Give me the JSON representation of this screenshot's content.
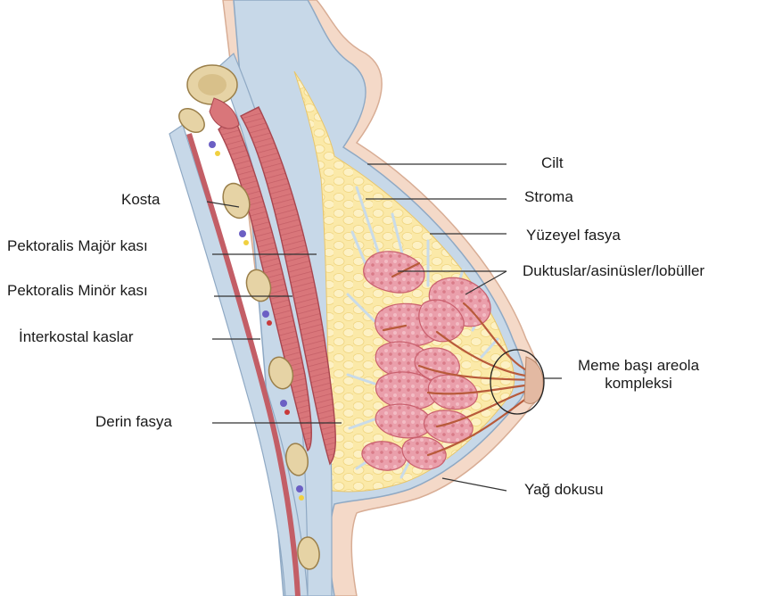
{
  "labels": {
    "kosta": "Kosta",
    "pektoralis_major": "Pektoralis Majör kası",
    "pektoralis_minor": "Pektoralis Minör kası",
    "interkostal": "İnterkostal kaslar",
    "derin_fasya": "Derin fasya",
    "cilt": "Cilt",
    "stroma": "Stroma",
    "yuzeyel_fasya": "Yüzeyel fasya",
    "duktuslar": "Duktuslar/asinüsler/lobüller",
    "meme_basi_line1": "Meme başı areola",
    "meme_basi_line2": "kompleksi",
    "yag_dokusu": "Yağ dokusu"
  },
  "colors": {
    "skin": "#f4d9c8",
    "skin_shadow": "#e3b9a2",
    "fat": "#fbe9a8",
    "fat_lobule": "#f3d277",
    "fascia": "#b9cde0",
    "fascia_line": "#8fa9c4",
    "muscle": "#d9767a",
    "muscle_dark": "#b5525a",
    "gland": "#e79aa5",
    "gland_dark": "#c95f6d",
    "duct": "#b85a3a",
    "bone": "#e6d3a5",
    "bone_dark": "#c2a873",
    "leader": "#333333"
  }
}
